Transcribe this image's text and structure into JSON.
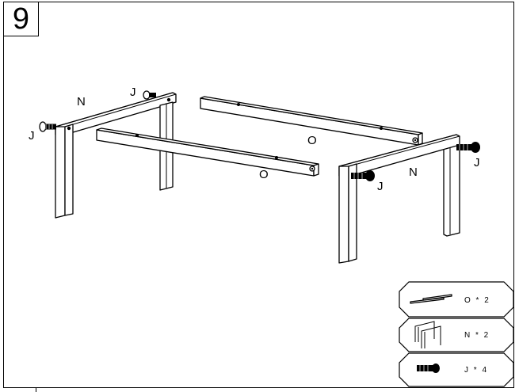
{
  "step": {
    "number": "9"
  },
  "labels": {
    "bar_o_top": "O",
    "bar_o_front": "O",
    "frame_n_left": "N",
    "frame_n_right": "N",
    "bolt_j_left": "J",
    "bolt_j_left_top": "J",
    "bolt_j_right_front": "J",
    "bolt_j_right_back": "J"
  },
  "parts_list": [
    {
      "part": "O",
      "quantity_text": "O * 2",
      "icon": "bar-pair-icon"
    },
    {
      "part": "N",
      "quantity_text": "N * 2",
      "icon": "leg-frame-pair-icon"
    },
    {
      "part": "J",
      "quantity_text": "J * 4",
      "icon": "bolt-icon"
    }
  ]
}
